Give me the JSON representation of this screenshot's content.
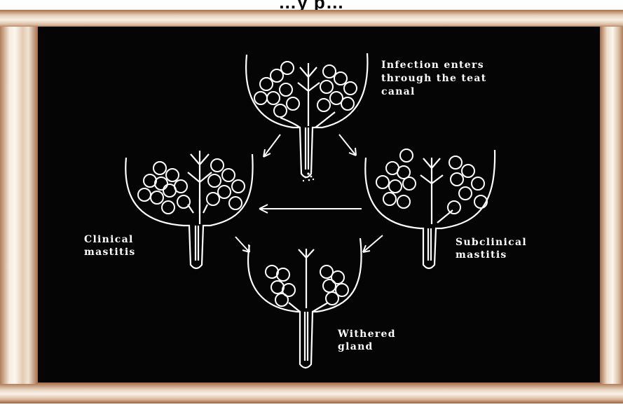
{
  "title_fragment": "…y p…",
  "labels": {
    "infection": [
      "Infection enters",
      "through the teat",
      "canal"
    ],
    "clinical": [
      "Clinical",
      "mastitis"
    ],
    "subclinical": [
      "Subclinical",
      "mastitis"
    ],
    "withered": [
      "Withered",
      "gland"
    ]
  },
  "colors": {
    "board": "#050505",
    "chalk": "#ffffff",
    "frame_wood": "#a8704c"
  }
}
